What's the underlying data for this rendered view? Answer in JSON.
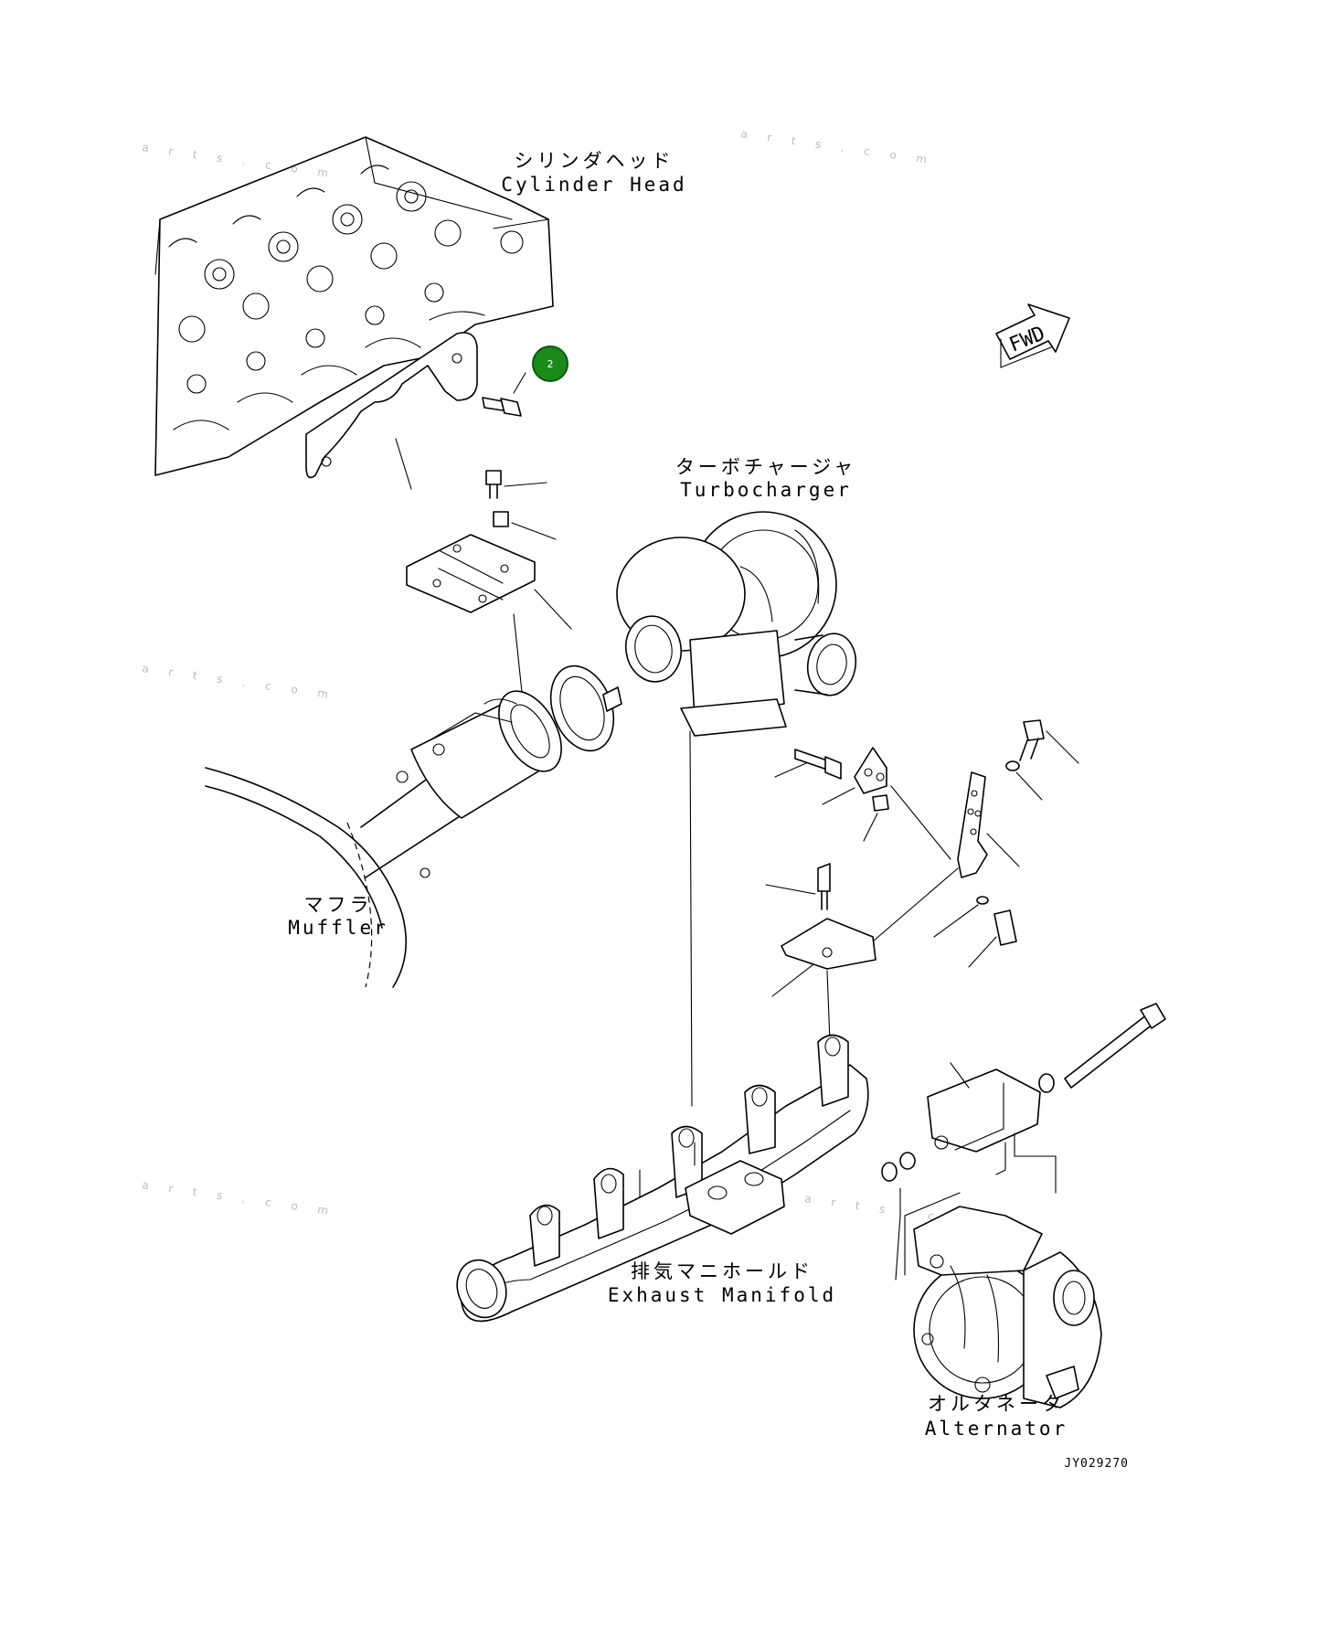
{
  "labels": {
    "cylinder_head_jp": "シリンダヘッド",
    "cylinder_head_en": "Cylinder Head",
    "turbocharger_jp": "ターボチャージャ",
    "turbocharger_en": "Turbocharger",
    "muffler_jp": "マフラ",
    "muffler_en": "Muffler",
    "exhaust_manifold_jp": "排気マニホールド",
    "exhaust_manifold_en": "Exhaust Manifold",
    "alternator_jp": "オルタネータ",
    "alternator_en": "Alternator"
  },
  "direction_arrow": "FWD",
  "drawing_code": "JY029270",
  "callout": {
    "number": "2",
    "color": "#1a8a1a"
  },
  "watermark": "a r t s . c o m"
}
